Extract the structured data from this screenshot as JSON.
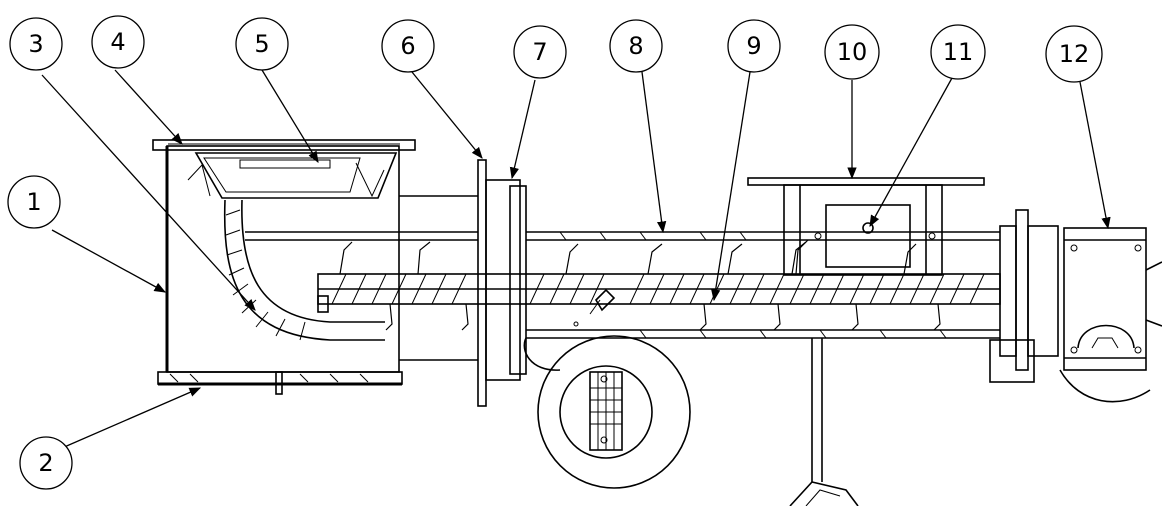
{
  "callouts": [
    {
      "label": "1"
    },
    {
      "label": "2"
    },
    {
      "label": "3"
    },
    {
      "label": "4"
    },
    {
      "label": "5"
    },
    {
      "label": "6"
    },
    {
      "label": "7"
    },
    {
      "label": "8"
    },
    {
      "label": "9"
    },
    {
      "label": "10"
    },
    {
      "label": "11"
    },
    {
      "label": "12"
    }
  ],
  "colors": {
    "line": "#000000",
    "background": "#ffffff"
  }
}
